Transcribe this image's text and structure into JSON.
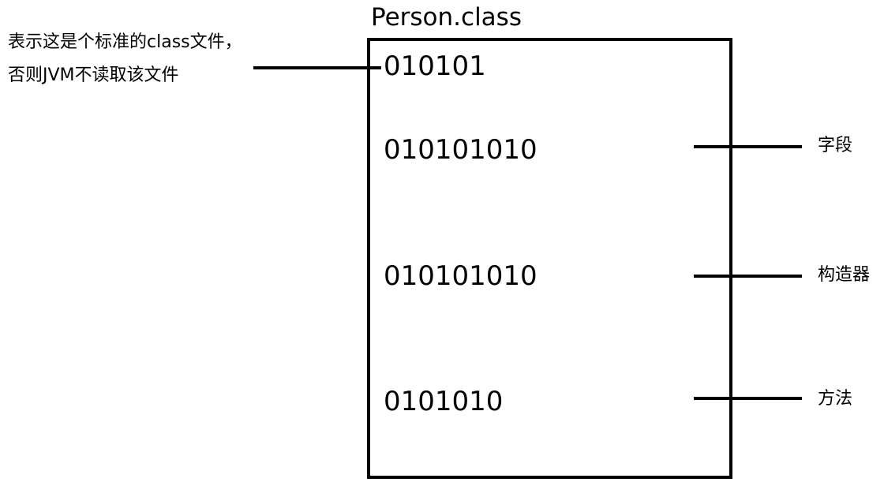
{
  "title": "Person.class",
  "magic_note": {
    "line1": "表示这是个标准的class文件，",
    "line2": "否则JVM不读取该文件"
  },
  "sections": [
    {
      "bits": "010101",
      "label": ""
    },
    {
      "bits": "010101010",
      "label": "字段"
    },
    {
      "bits": "010101010",
      "label": "构造器"
    },
    {
      "bits": "0101010",
      "label": "方法"
    }
  ]
}
